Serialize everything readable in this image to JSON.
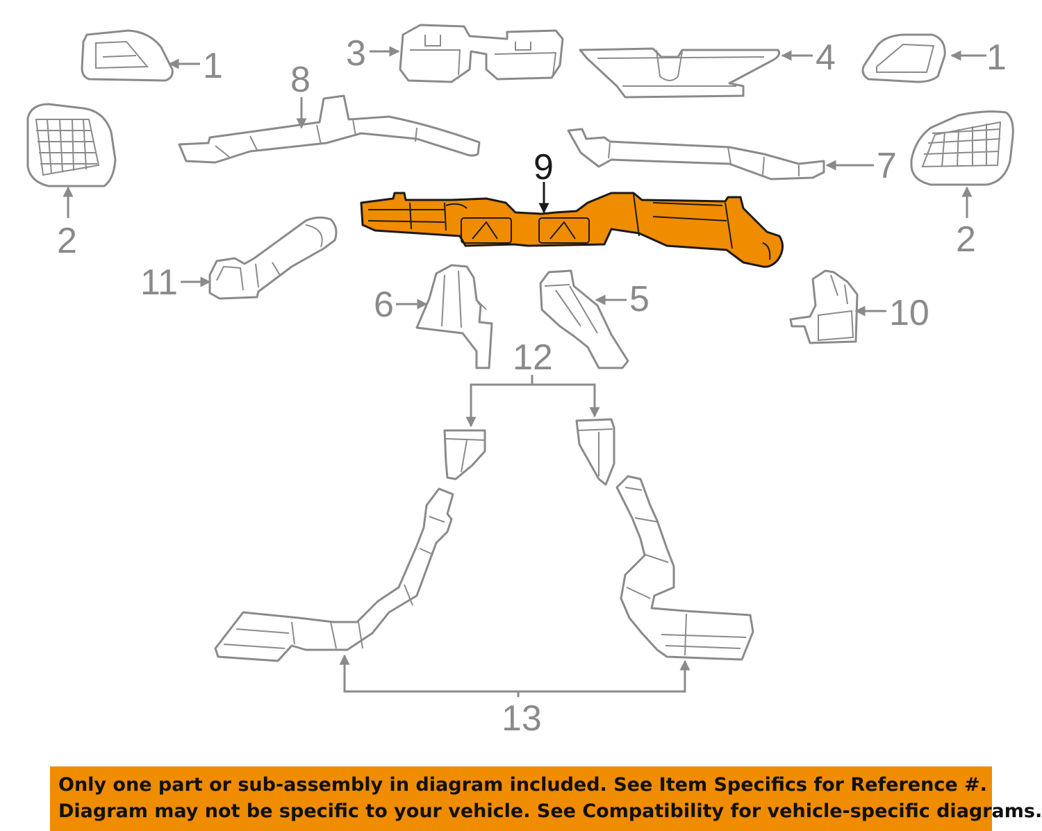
{
  "colors": {
    "highlight": "#f08c00",
    "part_stroke": "#8a8a8a",
    "banner_bg": "#f08c00"
  },
  "callouts": {
    "c1a": "1",
    "c1b": "1",
    "c2a": "2",
    "c2b": "2",
    "c3": "3",
    "c4": "4",
    "c5": "5",
    "c6": "6",
    "c7": "7",
    "c8": "8",
    "c9": "9",
    "c10": "10",
    "c11": "11",
    "c12": "12",
    "c13": "13"
  },
  "banner": {
    "line1": "Only one part or sub-assembly in diagram included. See Item Specifics for Reference #.",
    "line2": "Diagram may not be specific to your vehicle. See Compatibility for vehicle-specific diagrams."
  }
}
